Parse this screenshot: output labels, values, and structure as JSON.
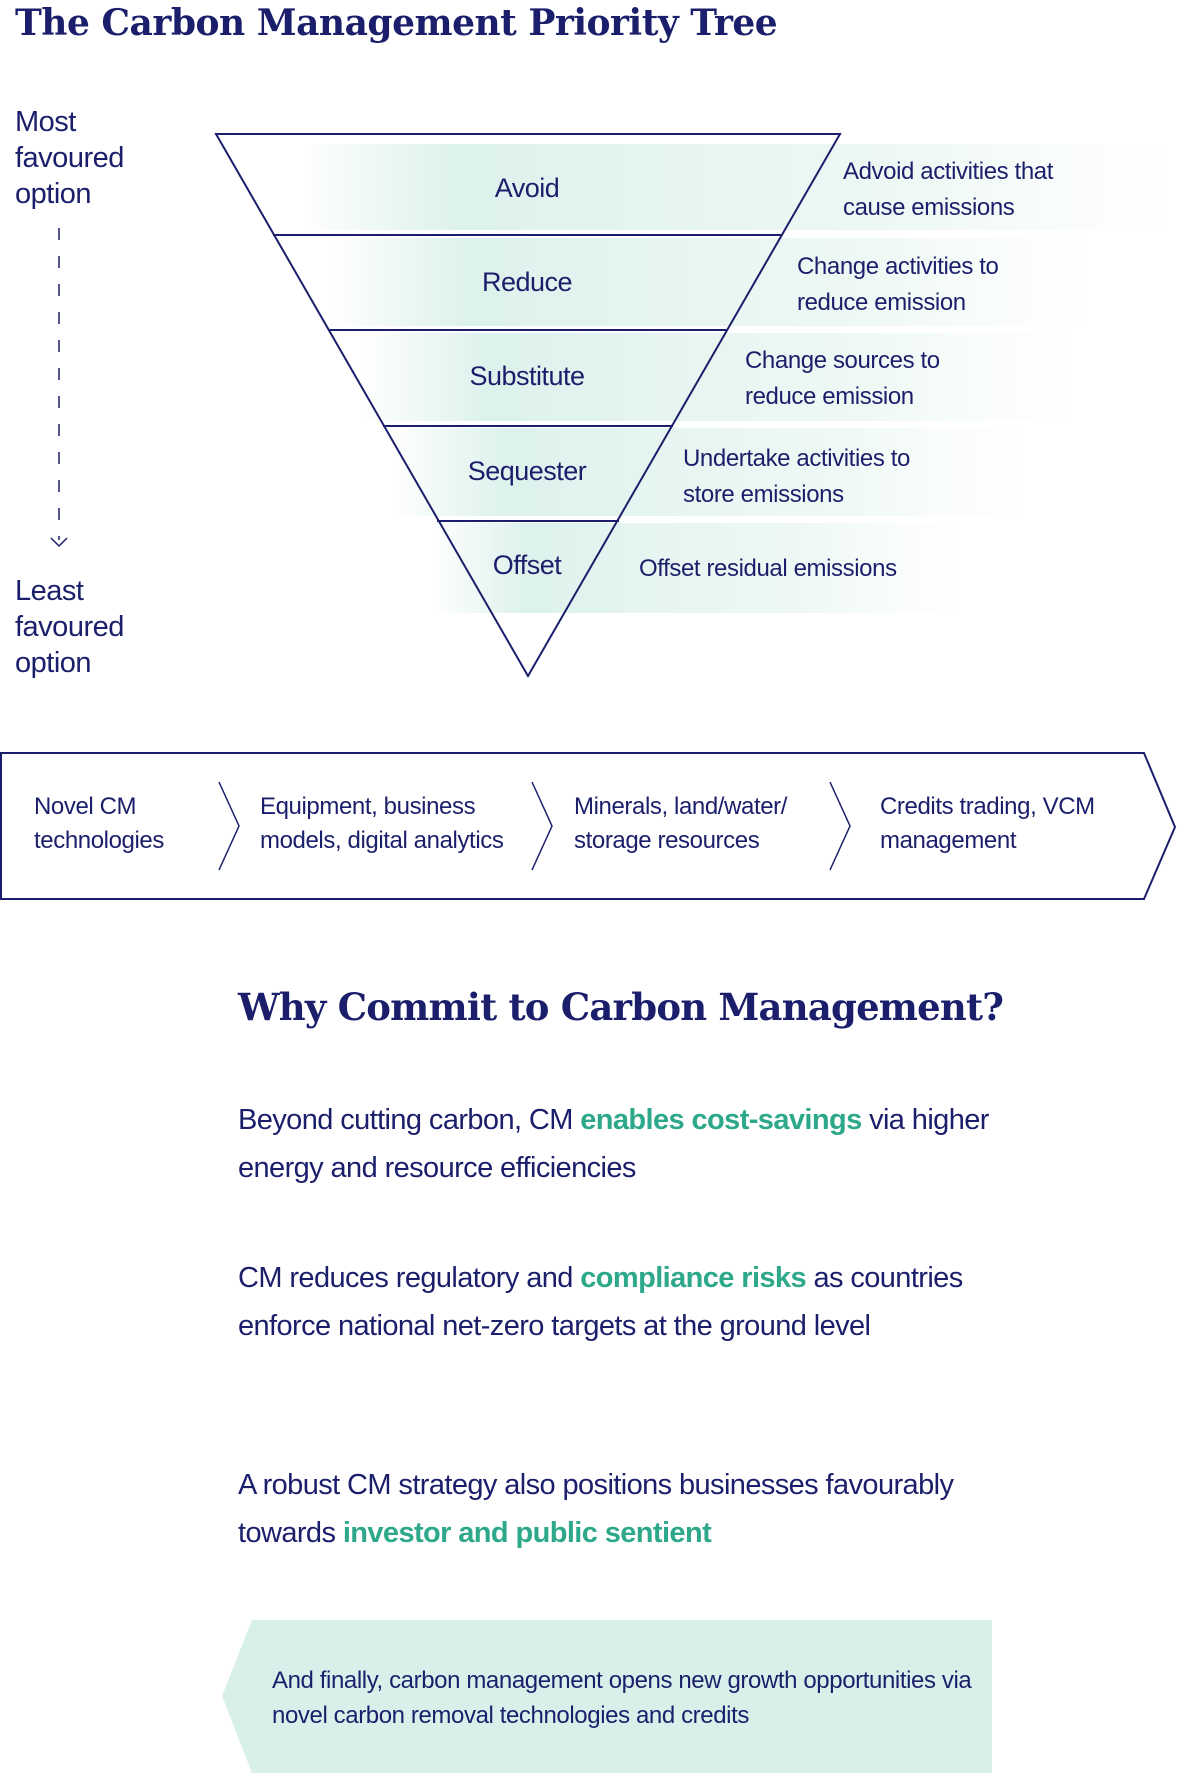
{
  "title": "The Carbon Management Priority Tree",
  "scale": {
    "most": [
      "Most",
      "favoured",
      "option"
    ],
    "least": [
      "Least",
      "favoured",
      "option"
    ]
  },
  "tiers": [
    {
      "label": "Avoid",
      "description": [
        "Advoid activities that",
        "cause emissions"
      ]
    },
    {
      "label": "Reduce",
      "description": [
        "Change activities to",
        "reduce emission"
      ]
    },
    {
      "label": "Substitute",
      "description": [
        "Change sources to",
        "reduce emission"
      ]
    },
    {
      "label": "Sequester",
      "description": [
        "Undertake activities to",
        "store emissions"
      ]
    },
    {
      "label": "Offset",
      "description": [
        "Offset residual emissions"
      ]
    }
  ],
  "value_chain": [
    [
      "Novel CM",
      "technologies"
    ],
    [
      "Equipment, business",
      "models, digital analytics"
    ],
    [
      "Minerals, land/water/",
      "storage resources"
    ],
    [
      "Credits trading, VCM",
      "management"
    ]
  ],
  "why": {
    "title": "Why Commit to Carbon Management?",
    "paragraphs": [
      {
        "before": "Beyond cutting carbon, CM ",
        "highlight": "enables cost-savings",
        "after": " via higher energy and resource efficiencies"
      },
      {
        "before": "CM reduces regulatory and ",
        "highlight": "compliance risks",
        "after": " as countries enforce national net-zero targets at the ground level"
      },
      {
        "before": "A robust CM strategy also positions businesses favourably towards ",
        "highlight": "investor and public sentient",
        "after": ""
      }
    ]
  },
  "callout": "And finally, carbon management opens new growth opportunities via novel carbon removal technologies and credits",
  "colors": {
    "navy": "#1b1f6b",
    "green": "#2ea88a",
    "mint": "#d9f0ea"
  }
}
